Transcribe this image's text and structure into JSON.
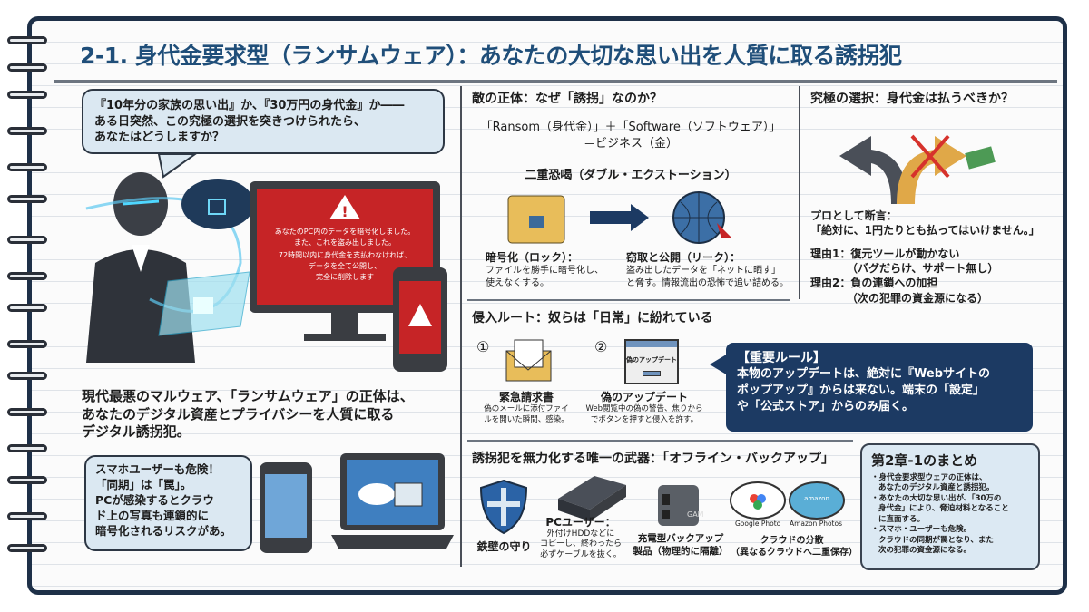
{
  "title": "2-1. 身代金要求型（ランサムウェア）：あなたの大切な思い出を人質に取る誘拐犯",
  "intro_bubble": [
    "『10年分の家族の思い出』か、『30万円の身代金』か――",
    "ある日突然、この究極の選択を突きつけられたら、",
    "あなたはどうしますか？"
  ],
  "ransom_screen": [
    "あなたのPC内のデータを暗号化しました。",
    "また、これを盗み出しました。",
    "72時間以内に身代金を支払わなければ、",
    "データを全て公開し、",
    "完全に削除します"
  ],
  "definition": [
    "現代最悪のマルウェア、「ランサムウェア」の正体は、",
    "あなたのデジタル資産とプライバシーを人質に取る",
    "デジタル誘拐犯。"
  ],
  "smartphone_bubble": [
    "スマホユーザーも危険！",
    "「同期」は「罠」。",
    "PCが感染するとクラウ",
    "ド上の写真も連鎖的に",
    "暗号化されるリスクがあ。"
  ],
  "enemy": {
    "heading": "敵の正体：なぜ「誘拐」なのか？",
    "formula_1": "「Ransom（身代金）」＋「Software（ソフトウェア）」",
    "formula_2": "＝ビジネス（金）",
    "double_extortion": "二重恐喝（ダブル・エクストーション）",
    "lock_title": "暗号化（ロック）：",
    "lock_desc": [
      "ファイルを勝手に暗号化し、",
      "使えなくする。"
    ],
    "leak_title": "窃取と公開（リーク）：",
    "leak_desc": [
      "盗み出したデータを「ネットに晒す」",
      "と脅す。情報流出の恐怖で追い詰める。"
    ]
  },
  "choice": {
    "heading": "究極の選択：身代金は払うべきか？",
    "pro_label": "プロとして断言：",
    "pro_quote": "「絶対に、1円たりとも払ってはいけません。」",
    "reason1": "理由1：復元ツールが動かない",
    "reason1_sub": "（バグだらけ、サポート無し）",
    "reason2": "理由2：負の連鎖への加担",
    "reason2_sub": "（次の犯罪の資金源になる）"
  },
  "routes": {
    "heading": "侵入ルート：奴らは「日常」に紛れている",
    "items": [
      {
        "num": "①",
        "title": "緊急請求書",
        "desc": [
          "偽のメールに添付ファイ",
          "ルを開いた瞬間、感染。"
        ]
      },
      {
        "num": "②",
        "title": "偽のアップデート",
        "popup": "偽のアップデート",
        "desc": [
          "Web閲覧中の偽の警告、焦りから",
          "でボタンを押すと侵入を許す。"
        ]
      }
    ],
    "rule_title": "【重要ルール】",
    "rule_text": [
      "本物のアップデートは、絶対に『Webサイトの",
      "ポップアップ』からは来ない。端末の「設定」",
      "や「公式ストア」からのみ届く。"
    ]
  },
  "backup": {
    "heading": "誘拐犯を無力化する唯一の武器：「オフライン・バックアップ」",
    "shield_label": "鉄壁の守り",
    "pc_title": "PCユーザー：",
    "pc_desc": [
      "外付けHDDなどに",
      "コピーし、終わったら",
      "必ずケーブルを抜く。"
    ],
    "charger_brand": "GAM",
    "charger_label": [
      "充電型バックアップ",
      "製品（物理的に隔離）"
    ],
    "google": "Google Photo",
    "amazon": "Amazon Photos",
    "amazon_logo": "amazon",
    "cloud_label": [
      "クラウドの分散",
      "（異なるクラウドへ二重保存）"
    ]
  },
  "summary": {
    "title": "第2章-1のまとめ",
    "bullets": [
      [
        "・身代金要求型ウェアの正体は、",
        "あなたのデジタル資産と誘拐犯。"
      ],
      [
        "・あなたの大切な思い出が、「30万の",
        "身代金」により、脅迫材料となること",
        "に直面する。"
      ],
      [
        "・スマホ・ユーザーも危険。",
        "クラウドの同期が罠となり、また",
        "次の犯罪の資金源になる。"
      ]
    ]
  },
  "colors": {
    "navy": "#1c3a63",
    "title_blue": "#1f4e79",
    "alert_red": "#c62426"
  }
}
